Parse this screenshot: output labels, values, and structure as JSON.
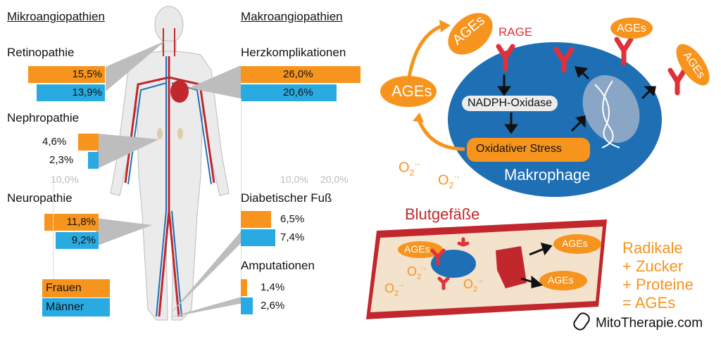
{
  "micro": {
    "title": "Mikroangiopathien",
    "retinopathie": {
      "label": "Retinopathie",
      "frauen": "15,5%",
      "maenner": "13,9%"
    },
    "nephropathie": {
      "label": "Nephropathie",
      "frauen": "4,6%",
      "maenner": "2,3%"
    },
    "neuropathie": {
      "label": "Neuropathie",
      "frauen": "11,8%",
      "maenner": "9,2%"
    },
    "tick": "10,0%"
  },
  "macro": {
    "title": "Makroangiopathien",
    "herz": {
      "label": "Herzkomplikationen",
      "frauen": "26,0%",
      "maenner": "20,6%"
    },
    "fuss": {
      "label": "Diabetischer Fuß",
      "frauen": "6,5%",
      "maenner": "7,4%"
    },
    "amput": {
      "label": "Amputationen",
      "frauen": "1,4%",
      "maenner": "2,6%"
    },
    "tick1": "10,0%",
    "tick2": "20,0%"
  },
  "legend": {
    "frauen": "Frauen",
    "maenner": "Männer"
  },
  "colors": {
    "frauen": "#f7941d",
    "maenner": "#29abe2",
    "macrophage": "#1f6fb5",
    "vessel": "#c1272d"
  },
  "makrophage": {
    "label": "Makrophage",
    "nadph": "NADPH-Oxidase",
    "stress": "Oxidativer Stress",
    "rage": "RAGE",
    "ages": "AGEs",
    "o2": "O",
    "o2_sub": "2",
    "o2_sup": "·-"
  },
  "blood": {
    "title": "Blutgefäße"
  },
  "formula": [
    "Radikale",
    "+ Zucker",
    "+ Proteine",
    "= AGEs"
  ],
  "brand": "MitoTherapie.com"
}
